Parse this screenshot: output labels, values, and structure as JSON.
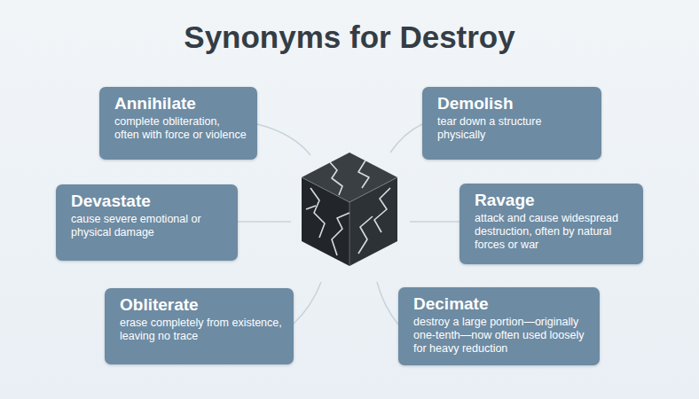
{
  "diagram": {
    "title": "Synonyms for Destroy",
    "nodes": [
      {
        "text": [
          "Annihilate",
          "complete obliteration, often with force or violence"
        ]
      },
      {
        "text": [
          "Demolish",
          "tear down a structure physically"
        ]
      },
      {
        "text": [
          "Devastate",
          "cause severe emotional or physical damage"
        ]
      },
      {
        "text": [
          "Ravage",
          "attack and cause widespread destruction, often by natural forces or war"
        ]
      },
      {
        "text": [
          "Obliterate",
          "erase completely from existence, leaving no trace"
        ]
      },
      {
        "text": [
          "Decimate",
          "destroy a large portion—originally one-tenth—now often used loosely for heavy reduction"
        ]
      }
    ]
  }
}
